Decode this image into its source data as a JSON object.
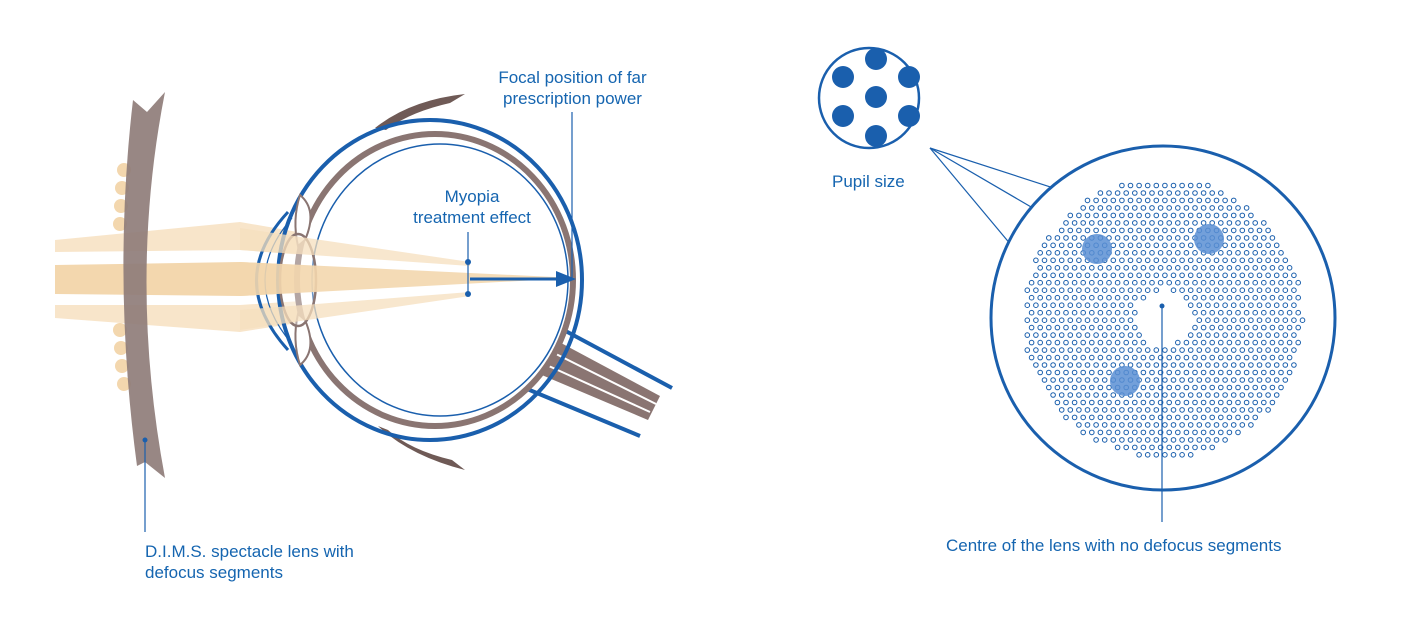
{
  "labels": {
    "focal_line1": "Focal position of far",
    "focal_line2": "prescription power",
    "myopia_line1": "Myopia",
    "myopia_line2": "treatment effect",
    "dims_line1": "D.I.M.S. spectacle lens with",
    "dims_line2": "defocus segments",
    "pupil": "Pupil size",
    "centre": "Centre of the lens with no defocus segments"
  },
  "colors": {
    "blue": "#1a5fad",
    "label_blue": "#1565b0",
    "brown": "#8a7572",
    "dark_brown": "#6f5a56",
    "light_rays": "#f6dfbd",
    "highlight": "#5b8fd3"
  },
  "icons": {
    "eye": "eye-cross-section",
    "lens": "spectacle-lens",
    "pupil": "pupil-dots-icon",
    "lens_pattern": "defocus-segment-lens"
  }
}
